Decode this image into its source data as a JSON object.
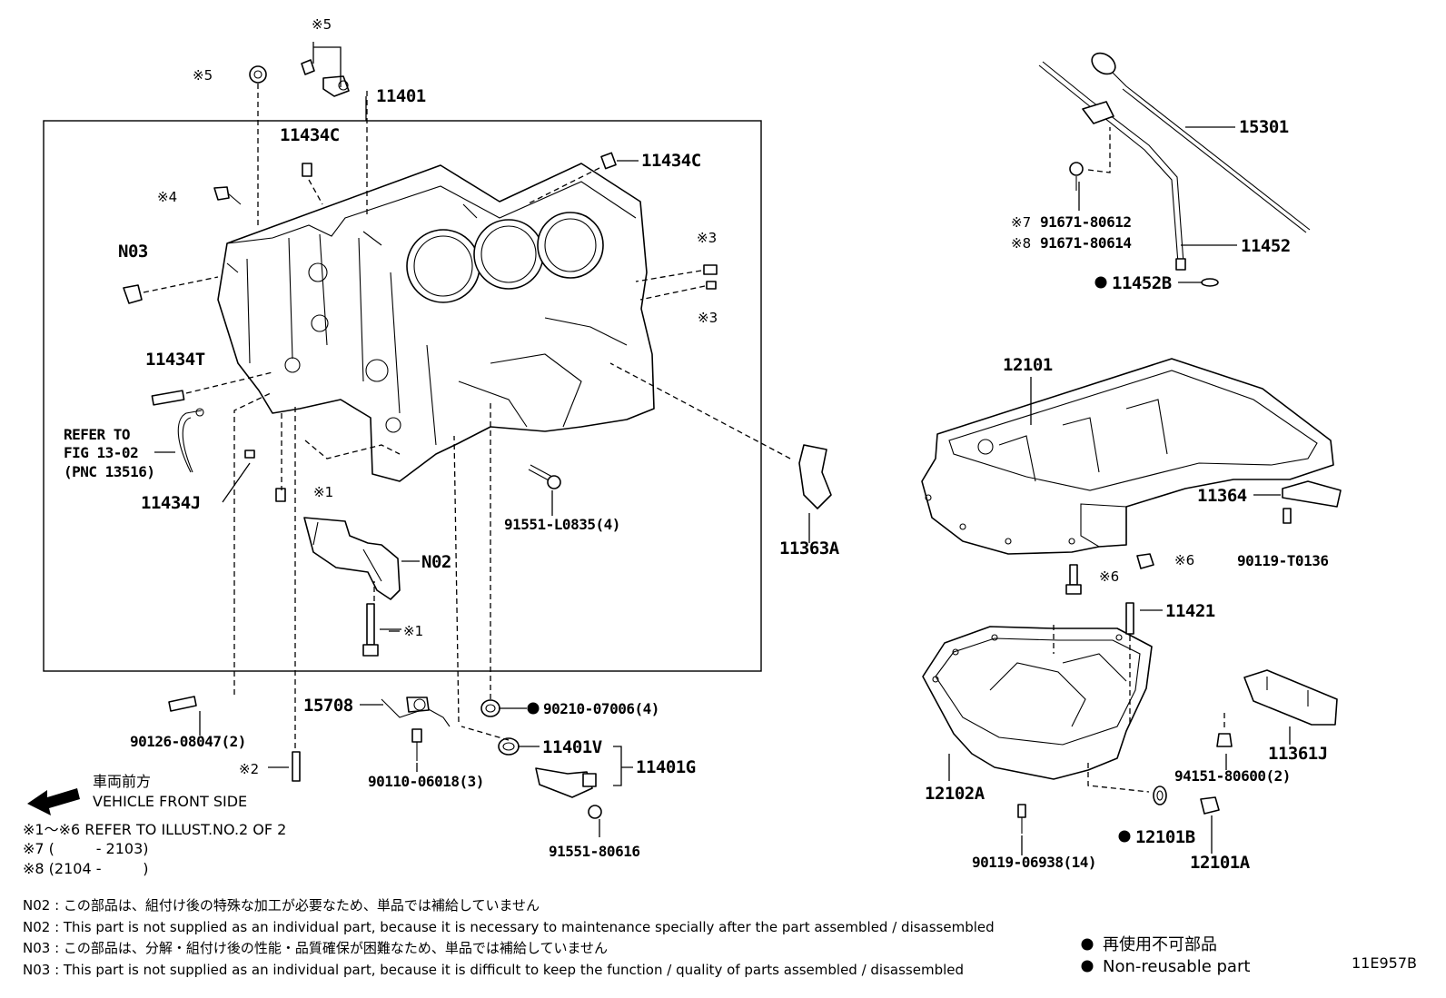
{
  "labels": {
    "l11401": "11401",
    "l11434c_a": "11434C",
    "l11434c_b": "11434C",
    "ln03": "N03",
    "l11434t": "11434T",
    "lrefer1": "REFER TO",
    "lrefer2": "FIG 13-02",
    "lrefer3": "(PNC 13516)",
    "l11434j": "11434J",
    "ln02": "N02",
    "l91551l": "91551-L0835(4)",
    "l11363a": "11363A",
    "l90126": "90126-08047(2)",
    "l15708": "15708",
    "l90110": "90110-06018(3)",
    "l90210": "90210-07006(4)",
    "l11401v": "11401V",
    "l11401g": "11401G",
    "l91551_80616": "91551-80616",
    "l15301": "15301",
    "l91671a": "91671-80612",
    "l91671b": "91671-80614",
    "l11452": "11452",
    "l11452b": "11452B",
    "l12101": "12101",
    "l11364": "11364",
    "l90119t": "90119-T0136",
    "l11421": "11421",
    "l11361j": "11361J",
    "l94151": "94151-80600(2)",
    "l12102a": "12102A",
    "l12101b": "12101B",
    "l12101a": "12101A",
    "l90119_06938": "90119-06938(14)"
  },
  "marks": {
    "m5a": "※5",
    "m5b": "※5",
    "m4": "※4",
    "m3a": "※3",
    "m3b": "※3",
    "m1a": "※1",
    "m1b": "※1",
    "m2": "※2",
    "m6a": "※6",
    "m6b": "※6",
    "m7": "※7",
    "m8": "※8"
  },
  "legend": {
    "front_jp": "車両前方",
    "front_en": "VEHICLE FRONT SIDE",
    "note1": "※1～※6  REFER TO ILLUST.NO.2 OF 2",
    "note7": "※7 (         - 2103)",
    "note8": "※8 (2104 -         )",
    "nonreuse_jp": "再使用不可部品",
    "nonreuse_en": "Non-reusable part"
  },
  "notes": [
    "N02 : この部品は、組付け後の特殊な加工が必要なため、単品では補給していません",
    "N02 : This part is not supplied as an individual part, because it is necessary to maintenance specially after the part assembled / disassembled",
    "N03 : この部品は、分解・組付け後の性能・品質確保が困難なため、単品では補給していません",
    "N03 : This part is not supplied as an individual part, because it is difficult to keep the function / quality of parts  assembled / disassembled"
  ],
  "illustration_id": "11E957B"
}
